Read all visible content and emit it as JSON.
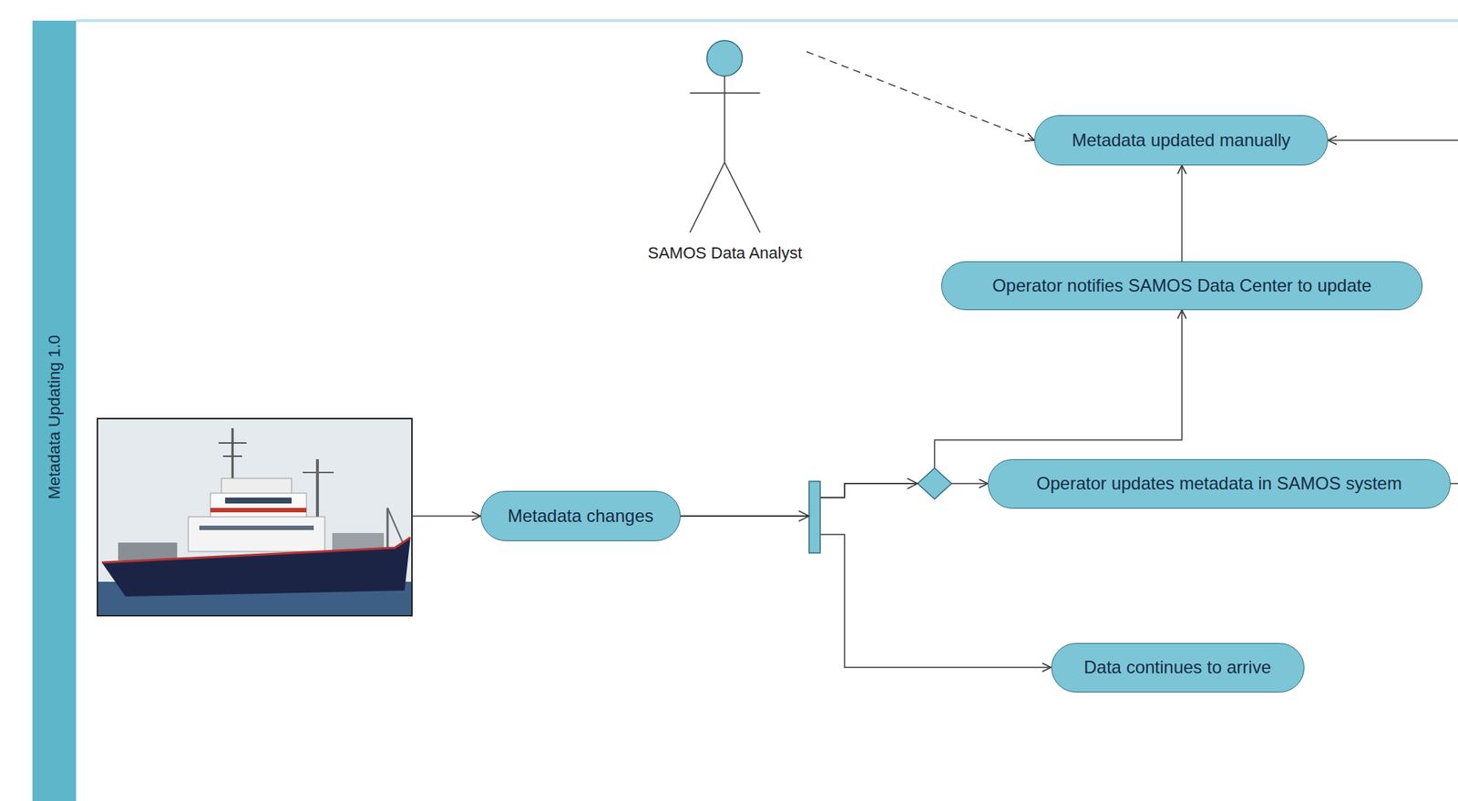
{
  "diagram": {
    "nodes": [
      {
        "text": [
          "Metadata Updating 1.0"
        ]
      },
      {
        "text": [
          "SAMOS Data Analyst"
        ]
      },
      {
        "text": [
          "Metadata updated manually"
        ]
      },
      {
        "text": [
          "Operator notifies SAMOS Data Center to update"
        ]
      },
      {
        "text": [
          "Metadata changes"
        ]
      },
      {
        "text": [
          "Operator updates metadata in SAMOS system"
        ]
      },
      {
        "text": [
          "Data continues to arrive"
        ]
      }
    ],
    "edges": [
      {
        "from": 1,
        "to": 2,
        "arrow": "to"
      },
      {
        "from": 3,
        "to": 2,
        "arrow": "to"
      },
      {
        "from": 4,
        "to": 5,
        "arrow": "to"
      },
      {
        "from": 4,
        "to": 3,
        "arrow": "to"
      },
      {
        "from": 4,
        "to": 6,
        "arrow": "to"
      }
    ]
  }
}
